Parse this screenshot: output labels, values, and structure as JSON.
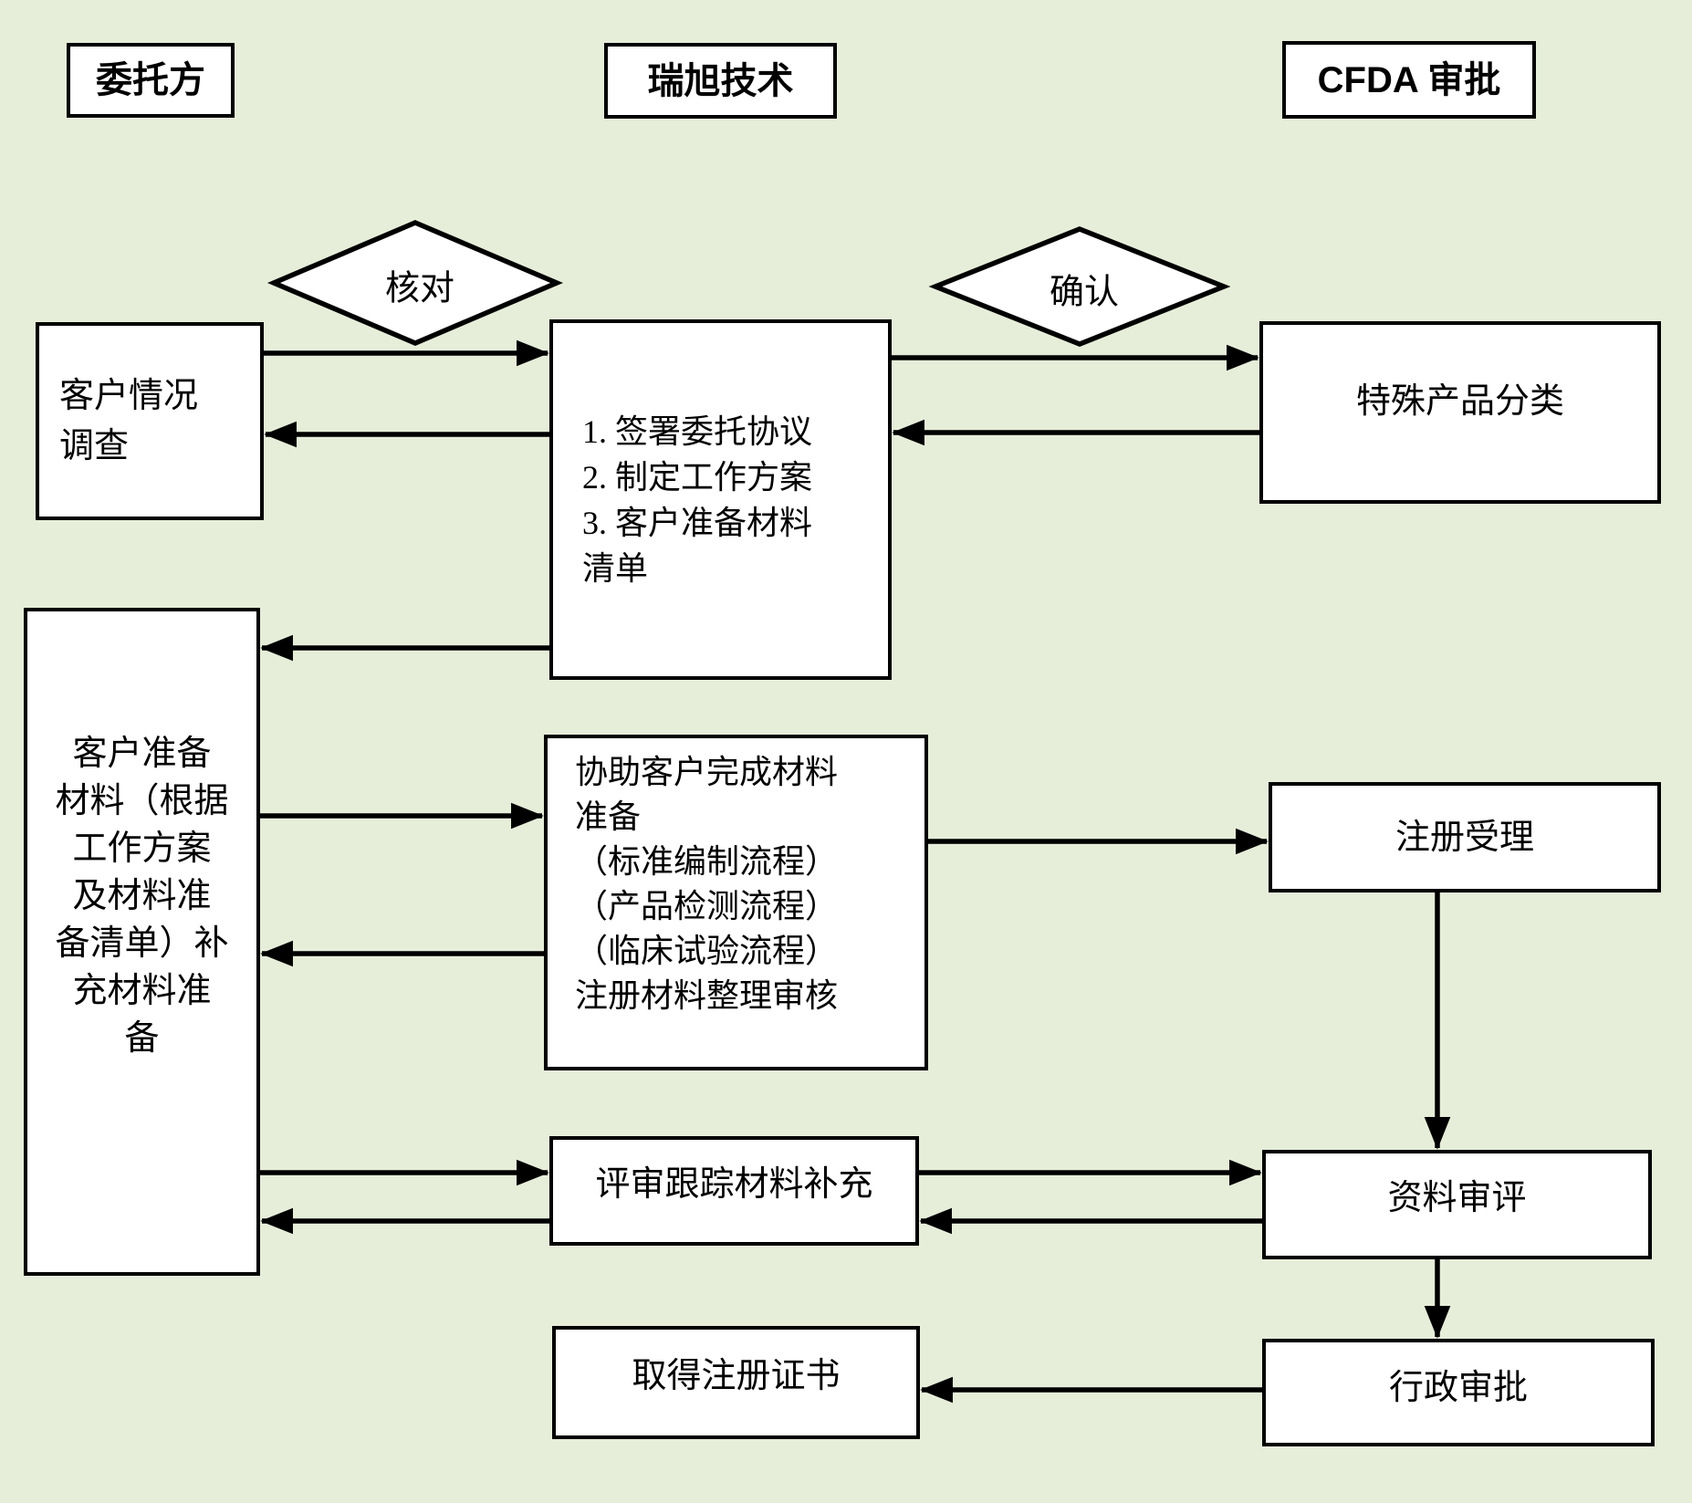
{
  "page": {
    "background_color": "#e6eeda",
    "box_fill_color": "#ffffff",
    "line_color": "#000000"
  },
  "headers": {
    "client": "委托方",
    "ruixu": "瑞旭技术",
    "cfda": "CFDA 审批"
  },
  "decisions": {
    "check": "核对",
    "confirm": "确认"
  },
  "nodes": {
    "client_survey": "客户情况\n调查",
    "agreement": "1. 签署委托协议\n2. 制定工作方案\n3. 客户准备材料\n清单",
    "special_classification": "特殊产品分类",
    "client_materials": "客户准备\n材料（根据\n工作方案\n及材料准\n备清单）补\n充材料准\n备",
    "assist_materials": "协助客户完成材料\n准备\n（标准编制流程）\n（产品检测流程）\n（临床试验流程）\n注册材料整理审核",
    "registration_acceptance": "注册受理",
    "review_tracking": "评审跟踪材料补充",
    "data_review": "资料审评",
    "certificate": "取得注册证书",
    "administrative_approval": "行政审批"
  },
  "edges": [
    {
      "from": "client_survey",
      "to": "agreement",
      "via": "核对"
    },
    {
      "from": "agreement",
      "to": "client_survey"
    },
    {
      "from": "agreement",
      "to": "special_classification",
      "via": "确认"
    },
    {
      "from": "special_classification",
      "to": "agreement"
    },
    {
      "from": "agreement",
      "to": "client_materials"
    },
    {
      "from": "client_materials",
      "to": "assist_materials"
    },
    {
      "from": "assist_materials",
      "to": "client_materials"
    },
    {
      "from": "assist_materials",
      "to": "registration_acceptance"
    },
    {
      "from": "client_materials",
      "to": "review_tracking"
    },
    {
      "from": "review_tracking",
      "to": "client_materials"
    },
    {
      "from": "review_tracking",
      "to": "data_review"
    },
    {
      "from": "data_review",
      "to": "review_tracking"
    },
    {
      "from": "registration_acceptance",
      "to": "data_review"
    },
    {
      "from": "data_review",
      "to": "administrative_approval"
    },
    {
      "from": "administrative_approval",
      "to": "certificate"
    }
  ]
}
